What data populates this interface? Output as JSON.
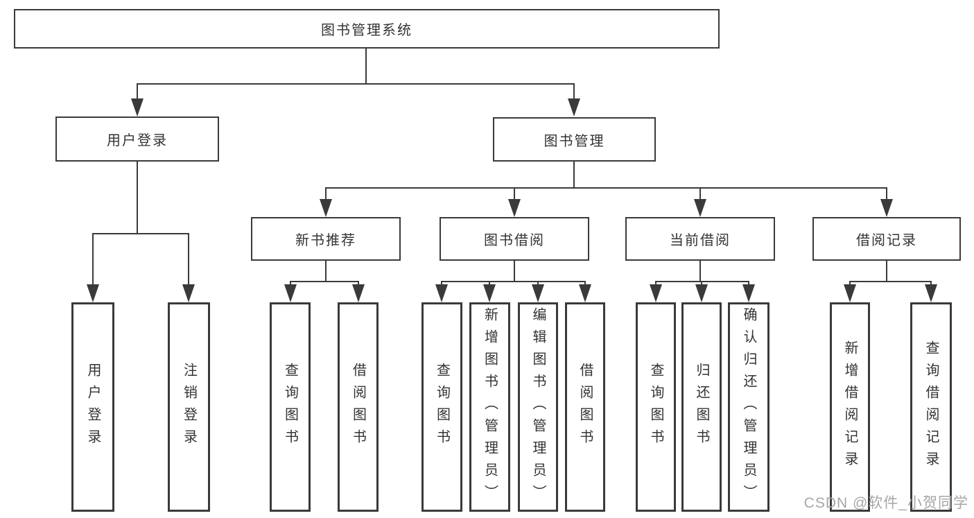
{
  "tree": {
    "root": "图书管理系统",
    "level2": [
      "用户登录",
      "图书管理"
    ],
    "level3": [
      "新书推荐",
      "图书借阅",
      "当前借阅",
      "借阅记录"
    ],
    "level4": [
      [
        "用户登录",
        "注销登录"
      ],
      [
        "查询图书",
        "借阅图书"
      ],
      [
        "查询图书",
        "新增图书（管理员）",
        "编辑图书（管理员）",
        "借阅图书"
      ],
      [
        "查询图书",
        "归还图书",
        "确认归还（管理员）"
      ],
      [
        "新增借阅记录",
        "查询借阅记录"
      ]
    ]
  },
  "watermark": "CSDN @软件_小贺同学",
  "colors": {
    "line": "#3a3a3a",
    "text": "#333333",
    "watermark": "#a6a6a6",
    "background": "#ffffff"
  }
}
